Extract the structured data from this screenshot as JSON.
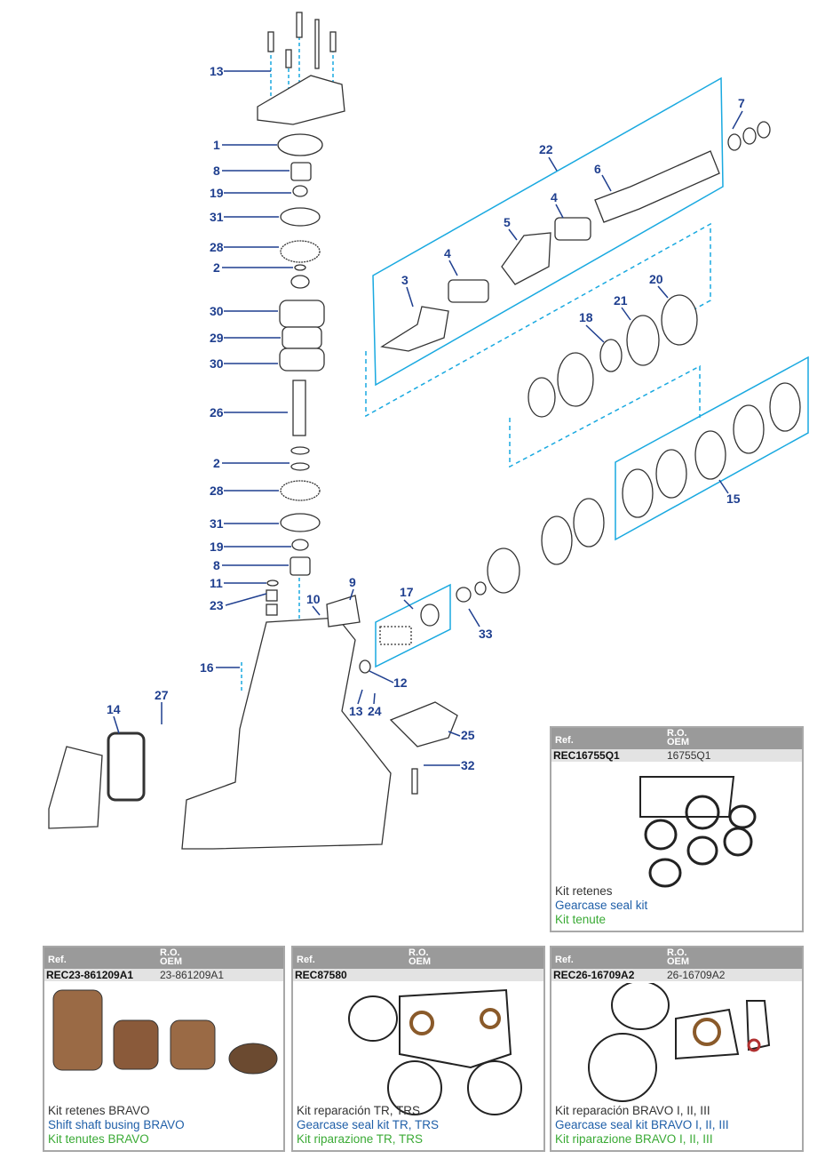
{
  "diagram": {
    "callouts": [
      "13",
      "1",
      "8",
      "19",
      "31",
      "28",
      "2",
      "30",
      "29",
      "30",
      "26",
      "2",
      "28",
      "31",
      "19",
      "8",
      "11",
      "23",
      "16",
      "14",
      "27",
      "9",
      "10",
      "17",
      "33",
      "12",
      "13",
      "24",
      "25",
      "32",
      "22",
      "6",
      "7",
      "4",
      "5",
      "4",
      "3",
      "18",
      "21",
      "20",
      "15"
    ],
    "line_color": "#1f3f8f",
    "dash_color": "#19a9e0"
  },
  "kits": [
    {
      "ref_label": "Ref.",
      "oem_label_1": "R.O.",
      "oem_label_2": "OEM",
      "ref": "REC16755Q1",
      "oem": "16755Q1",
      "desc_es": "Kit retenes",
      "desc_en": "Gearcase seal kit",
      "desc_it": "Kit tenute"
    },
    {
      "ref_label": "Ref.",
      "oem_label_1": "R.O.",
      "oem_label_2": "OEM",
      "ref": "REC23-861209A1",
      "oem": "23-861209A1",
      "desc_es": "Kit retenes BRAVO",
      "desc_en": "Shift shaft busing BRAVO",
      "desc_it": "Kit tenutes BRAVO"
    },
    {
      "ref_label": "Ref.",
      "oem_label_1": "R.O.",
      "oem_label_2": "OEM",
      "ref": "REC87580",
      "oem": "",
      "desc_es": "Kit reparación TR, TRS",
      "desc_en": "Gearcase seal kit TR, TRS",
      "desc_it": "Kit riparazione TR, TRS"
    },
    {
      "ref_label": "Ref.",
      "oem_label_1": "R.O.",
      "oem_label_2": "OEM",
      "ref": "REC26-16709A2",
      "oem": "26-16709A2",
      "desc_es": "Kit reparación BRAVO I, II, III",
      "desc_en": "Gearcase seal kit BRAVO I, II, III",
      "desc_it": "Kit riparazione BRAVO I, II, III"
    }
  ]
}
